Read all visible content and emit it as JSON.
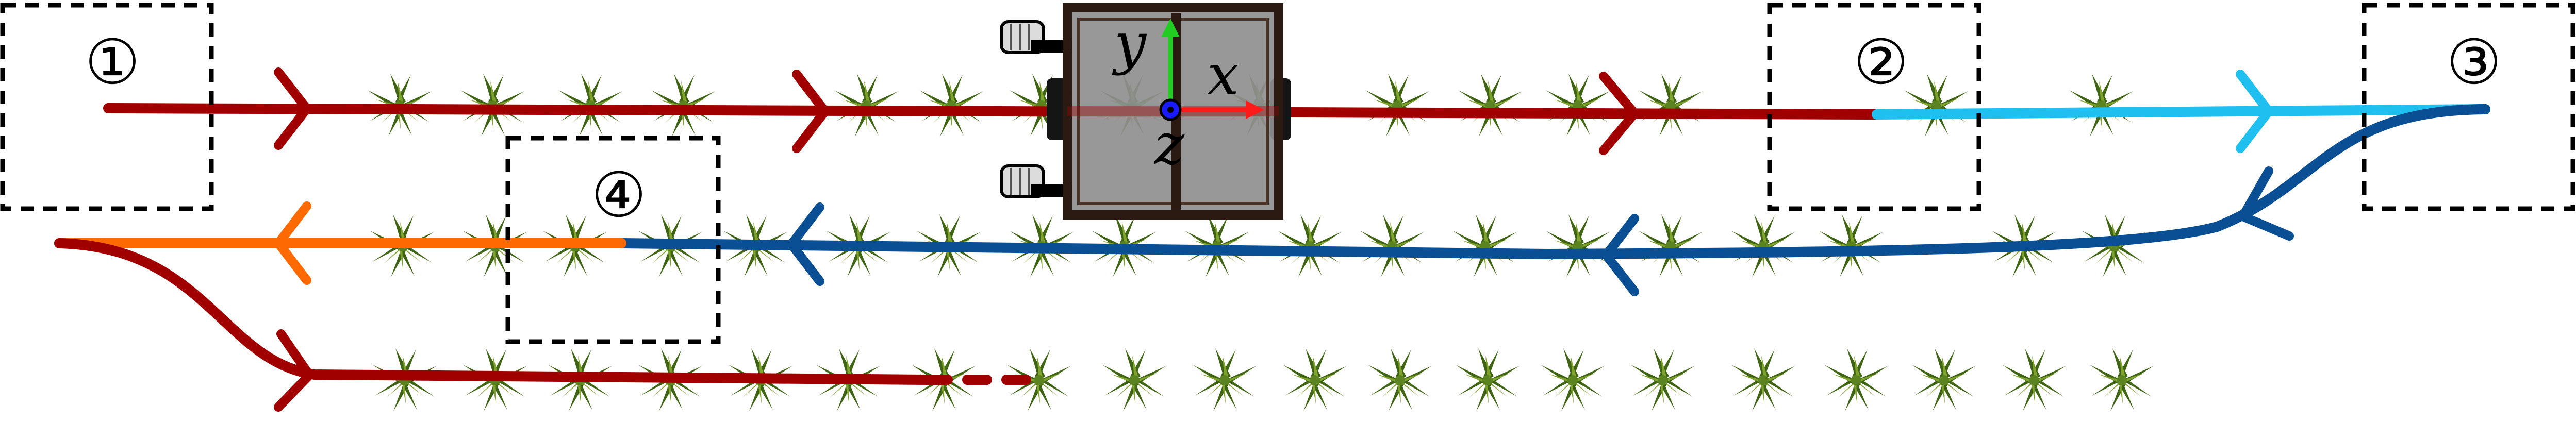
{
  "markers": [
    "①",
    "②",
    "③",
    "④"
  ],
  "axes": {
    "x": "x",
    "y": "y",
    "z": "z"
  },
  "colors": {
    "path_red": "#a10000",
    "path_cyan": "#1fbfef",
    "path_blue": "#0a4e93",
    "path_orange": "#ff6a00",
    "robot_body": "#8f8f8f",
    "robot_frame": "#2b1a12",
    "axis_x": "#ff1a1a",
    "axis_y": "#22cc22",
    "axis_z": "#1a1aff",
    "plant_dark": "#3e6414",
    "plant_light": "#7fa12e"
  }
}
